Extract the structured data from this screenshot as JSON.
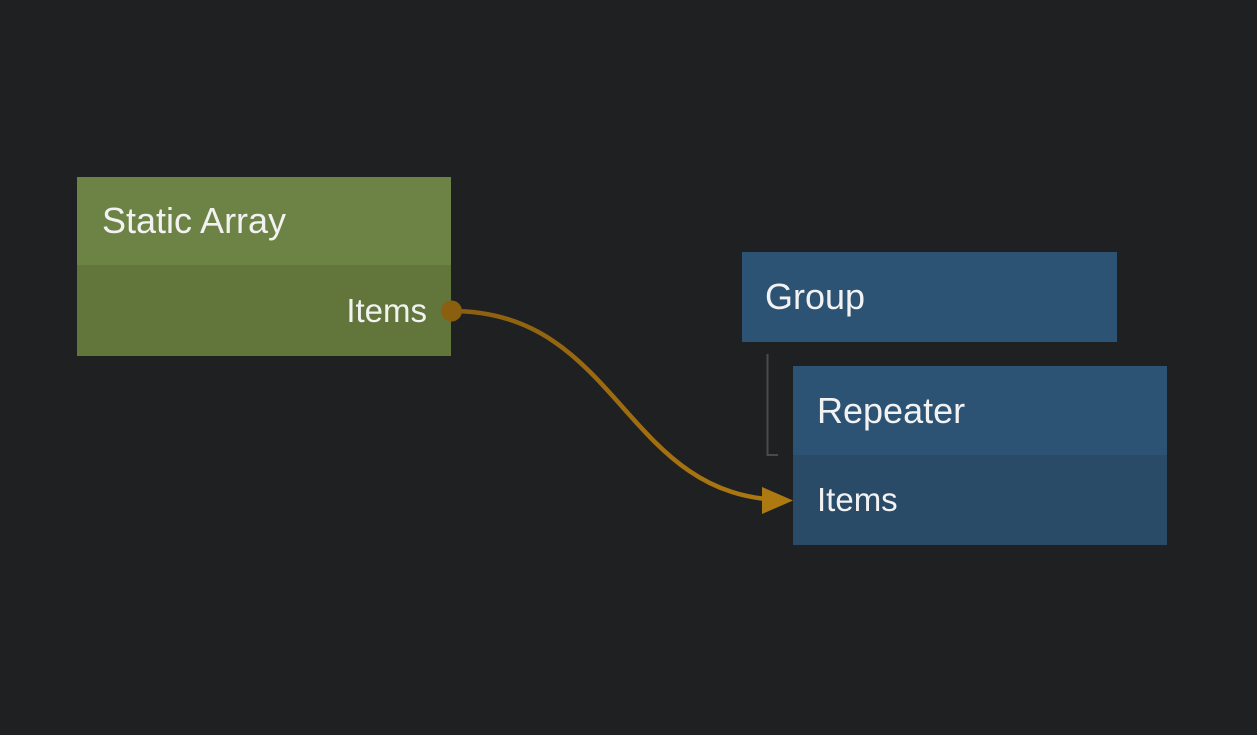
{
  "colors": {
    "background": "#1f2021",
    "text": "#f2f2f2",
    "green_header": "#6d8245",
    "green_body": "#62753a",
    "blue_header": "#2d5374",
    "blue_body": "#294b68",
    "wire_start": "#8a5f10",
    "wire_mid": "#9e6c10",
    "wire_end": "#ad7a12",
    "tree_line": "#4a4a4a"
  },
  "nodes": {
    "static_array": {
      "title": "Static Array",
      "output_port": "Items"
    },
    "group": {
      "title": "Group"
    },
    "repeater": {
      "title": "Repeater",
      "input_port": "Items"
    }
  },
  "connections": {
    "wire": {
      "from_node": "Static Array",
      "from_port": "Items",
      "to_node": "Repeater",
      "to_port": "Items"
    },
    "hierarchy": {
      "parent": "Group",
      "child": "Repeater"
    }
  }
}
